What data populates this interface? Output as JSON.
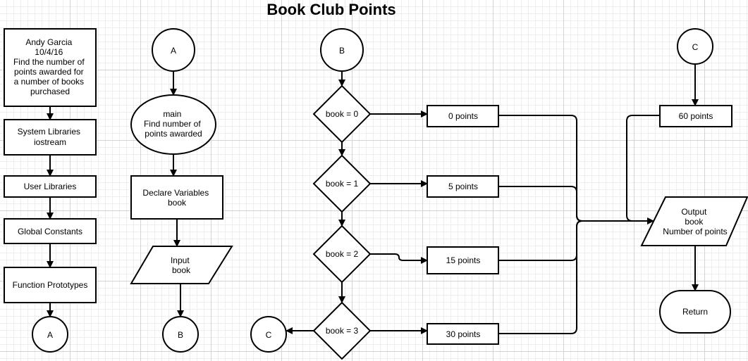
{
  "title": "Book Club Points",
  "header_box": {
    "lines": [
      "Andy Garcia",
      "10/4/16",
      "Find the number of",
      "points awarded for",
      "a number of books",
      "purchased"
    ]
  },
  "system_libraries": {
    "lines": [
      "System Libraries",
      "iostream"
    ]
  },
  "user_libraries": "User Libraries",
  "global_constants": "Global Constants",
  "function_prototypes": "Function Prototypes",
  "connectors": {
    "a": "A",
    "b": "B",
    "c": "C"
  },
  "main_oval": {
    "lines": [
      "main",
      "Find number of",
      "points awarded"
    ]
  },
  "declare_variables": {
    "lines": [
      "Declare Variables",
      "book"
    ]
  },
  "input_book": {
    "lines": [
      "Input",
      "book"
    ]
  },
  "decisions": [
    "book = 0",
    "book = 1",
    "book = 2",
    "book = 3"
  ],
  "points": [
    "0 points",
    "5 points",
    "15 points",
    "30 points",
    "60 points"
  ],
  "output_box": {
    "lines": [
      "Output",
      "book",
      "Number of points"
    ]
  },
  "return_label": "Return"
}
